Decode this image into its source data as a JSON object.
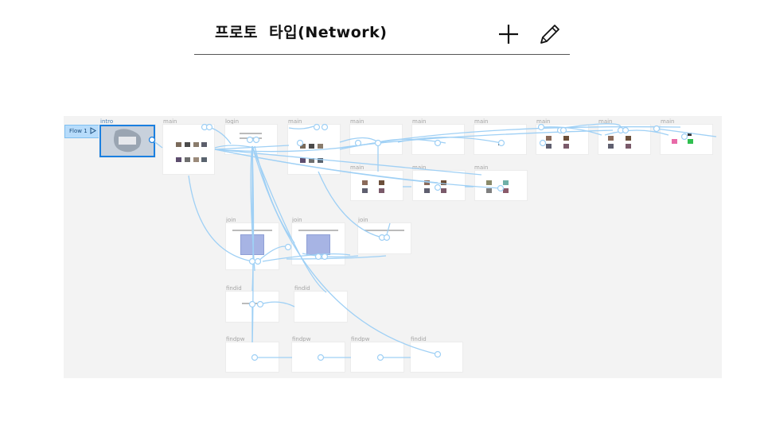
{
  "header": {
    "title": "프로토  타입(Network)",
    "add_icon": "plus-icon",
    "edit_icon": "pencil-icon"
  },
  "flow": {
    "label": "Flow 1",
    "play_icon": "play-icon"
  },
  "frames": {
    "intro": "intro",
    "main_1": "main",
    "login": "login",
    "main_2": "main",
    "main_3": "main",
    "main_4": "main",
    "main_5": "main",
    "main_6": "main",
    "main_7": "main",
    "main_8": "main",
    "main_9": "main",
    "main_10": "main",
    "main_11": "main",
    "join_1": "join",
    "join_2": "join",
    "join_3": "join",
    "findid_1": "findid",
    "findid_2": "findid",
    "findid_3": "findid",
    "findpw_1": "findpw",
    "findpw_2": "findpw",
    "findpw_3": "findpw"
  },
  "colors": {
    "connector": "#9fd0f5",
    "selection": "#1a7fe0",
    "canvas": "#f3f3f3"
  }
}
